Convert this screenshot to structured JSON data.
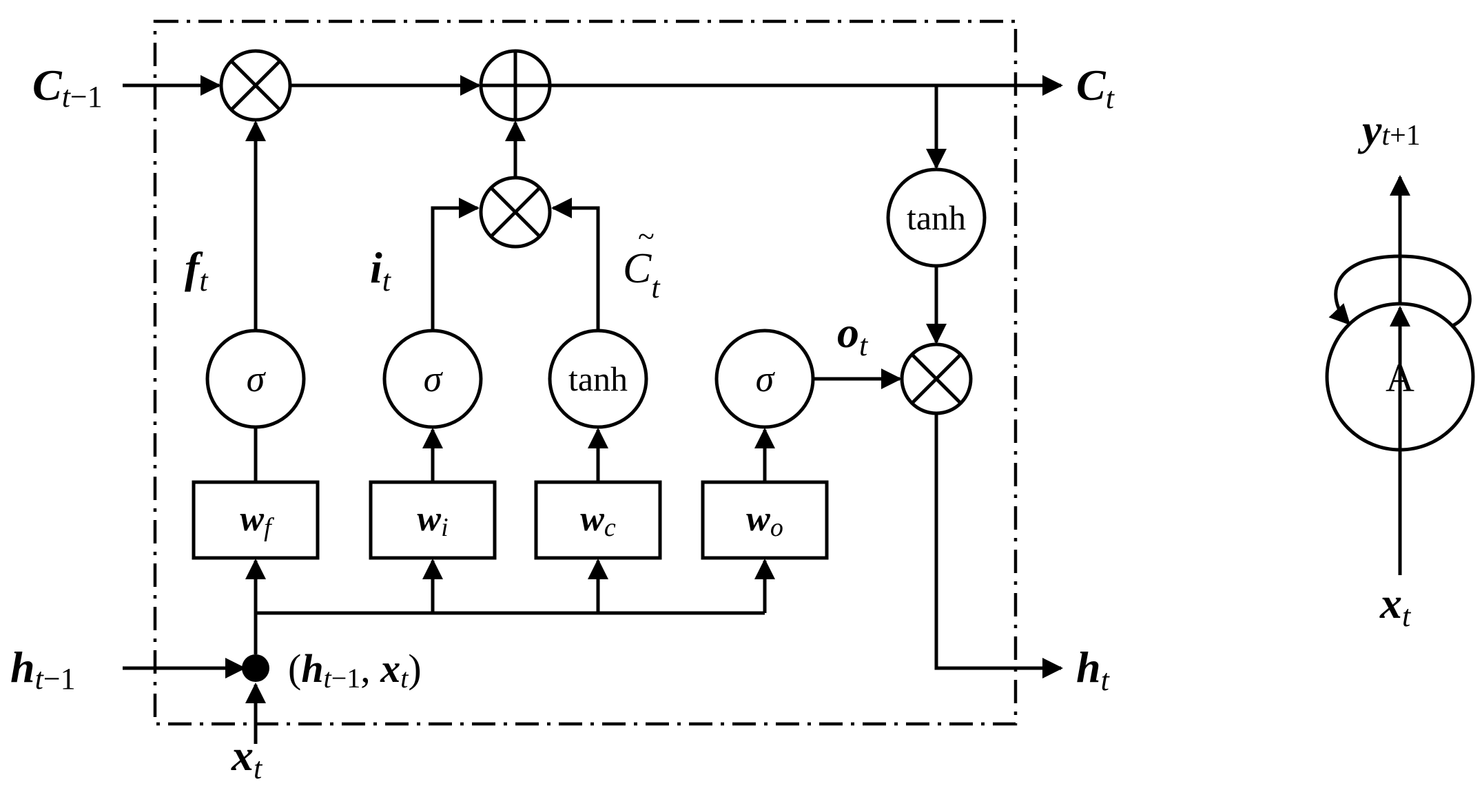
{
  "inputs": {
    "c_prev": {
      "main": "C",
      "sub": "t",
      "sub_tail": "−1"
    },
    "h_prev": {
      "main": "h",
      "sub": "t",
      "sub_tail": "−1"
    },
    "x_t": {
      "main": "x",
      "sub": "t"
    }
  },
  "outputs": {
    "c_t": {
      "main": "C",
      "sub": "t"
    },
    "h_t": {
      "main": "h",
      "sub": "t"
    }
  },
  "gates": {
    "forget": {
      "activation": "σ",
      "weight_main": "w",
      "weight_sub": "f",
      "signal_main": "f",
      "signal_sub": "t"
    },
    "input": {
      "activation": "σ",
      "weight_main": "w",
      "weight_sub": "i",
      "signal_main": "i",
      "signal_sub": "t"
    },
    "candidate": {
      "activation": "tanh",
      "weight_main": "w",
      "weight_sub": "c",
      "signal_main": "C",
      "signal_tilde": "~",
      "signal_sub": "t"
    },
    "output": {
      "activation": "σ",
      "weight_main": "w",
      "weight_sub": "o",
      "signal_main": "o",
      "signal_sub": "t"
    }
  },
  "cell_state_activation": "tanh",
  "concat_label": {
    "open": "(",
    "h": "h",
    "h_sub": "t",
    "h_tail": "−1",
    "comma": ", ",
    "x": "x",
    "x_sub": "t",
    "close": ")"
  },
  "rolled_cell": {
    "label": "A",
    "input": {
      "main": "x",
      "sub": "t"
    },
    "output": {
      "main": "y",
      "sub": "t",
      "sub_tail": "+1"
    }
  }
}
